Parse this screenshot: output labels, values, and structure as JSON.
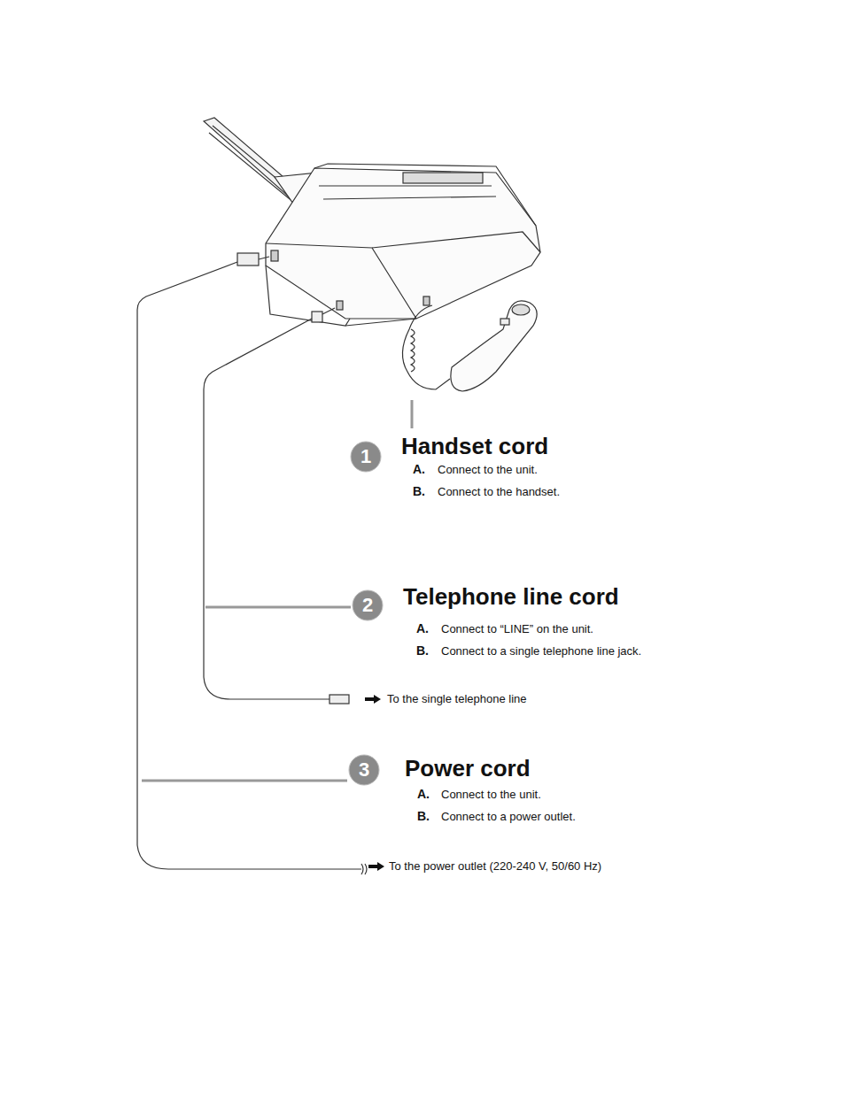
{
  "diagram": {
    "nodes": [
      {
        "text": [
          "1"
        ]
      },
      {
        "text": [
          "2"
        ]
      },
      {
        "text": [
          "3"
        ]
      }
    ],
    "labels": [
      "Handset cord",
      "A.",
      "Connect to the unit.",
      "B.",
      "Connect to the handset.",
      "Telephone line cord",
      "A.",
      "Connect to “LINE” on the unit.",
      "B.",
      "Connect to a single telephone line jack.",
      "To the single telephone line",
      "Power cord",
      "A.",
      "Connect to the unit.",
      "B.",
      "Connect to a power outlet.",
      "To the power outlet (220-240 V, 50/60 Hz)"
    ]
  }
}
